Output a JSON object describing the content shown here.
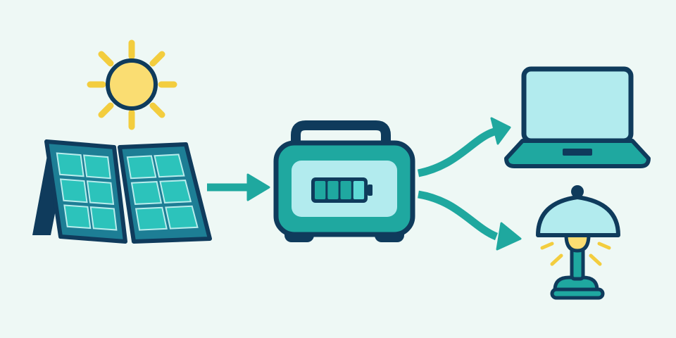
{
  "colors": {
    "background": "#eef8f5",
    "outline": "#0f3b5c",
    "teal": "#1fa8a0",
    "teal_light": "#2cc3bb",
    "screen": "#b2ebee",
    "sun": "#fadd72",
    "ray": "#f3cd3e",
    "arrow": "#1fa89f",
    "battery_empty": "#5fd8d6"
  },
  "battery": {
    "charge_cells": 3,
    "total_cells": 4
  },
  "nodes": {
    "sun": "sun-icon",
    "panel": "solar-panel-icon",
    "station": "portable-power-station-icon",
    "laptop": "laptop-icon",
    "lamp": "desk-lamp-icon"
  },
  "flows": [
    {
      "from": "solar-panel",
      "to": "power-station"
    },
    {
      "from": "power-station",
      "to": "laptop"
    },
    {
      "from": "power-station",
      "to": "lamp"
    }
  ]
}
